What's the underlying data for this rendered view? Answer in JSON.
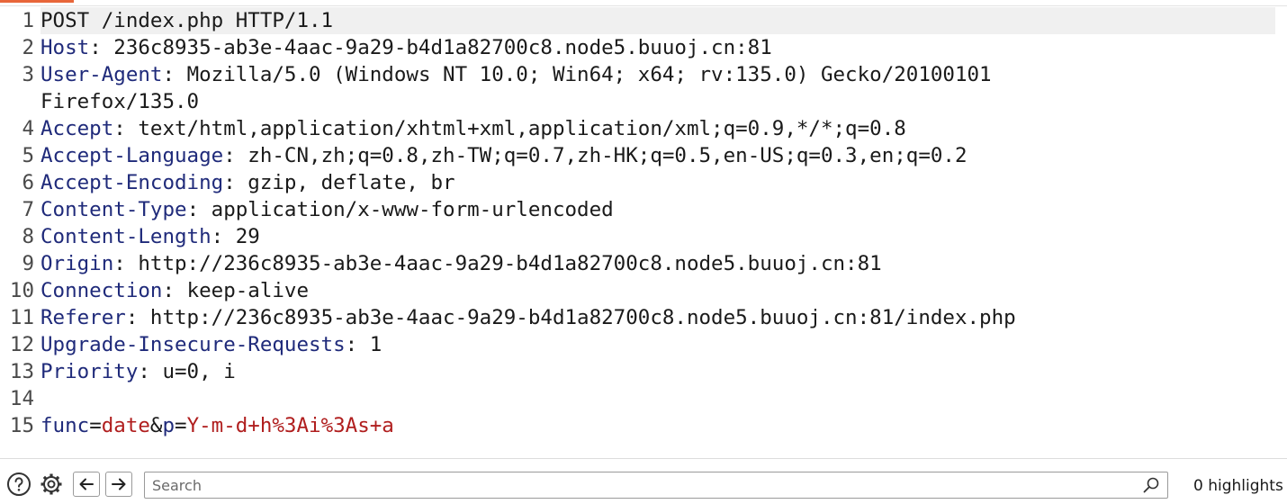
{
  "request_line": "POST /index.php HTTP/1.1",
  "headers": [
    {
      "num": "2",
      "name": "Host",
      "value": "236c8935-ab3e-4aac-9a29-b4d1a82700c8.node5.buuoj.cn:81"
    },
    {
      "num": "3",
      "name": "User-Agent",
      "value": "Mozilla/5.0 (Windows NT 10.0; Win64; x64; rv:135.0) Gecko/20100101",
      "continuation": "Firefox/135.0"
    },
    {
      "num": "4",
      "name": "Accept",
      "value": "text/html,application/xhtml+xml,application/xml;q=0.9,*/*;q=0.8"
    },
    {
      "num": "5",
      "name": "Accept-Language",
      "value": "zh-CN,zh;q=0.8,zh-TW;q=0.7,zh-HK;q=0.5,en-US;q=0.3,en;q=0.2"
    },
    {
      "num": "6",
      "name": "Accept-Encoding",
      "value": "gzip, deflate, br"
    },
    {
      "num": "7",
      "name": "Content-Type",
      "value": "application/x-www-form-urlencoded"
    },
    {
      "num": "8",
      "name": "Content-Length",
      "value": "29"
    },
    {
      "num": "9",
      "name": "Origin",
      "value": "http://236c8935-ab3e-4aac-9a29-b4d1a82700c8.node5.buuoj.cn:81"
    },
    {
      "num": "10",
      "name": "Connection",
      "value": "keep-alive"
    },
    {
      "num": "11",
      "name": "Referer",
      "value": "http://236c8935-ab3e-4aac-9a29-b4d1a82700c8.node5.buuoj.cn:81/index.php"
    },
    {
      "num": "12",
      "name": "Upgrade-Insecure-Requests",
      "value": "1"
    },
    {
      "num": "13",
      "name": "Priority",
      "value": "u=0, i"
    }
  ],
  "line_numbers": [
    "1",
    "2",
    "3",
    "4",
    "5",
    "6",
    "7",
    "8",
    "9",
    "10",
    "11",
    "12",
    "13",
    "14",
    "15"
  ],
  "body": {
    "param1_name": "func",
    "param1_value": "date",
    "param2_name": "p",
    "param2_value": "Y-m-d+h%3Ai%3As+a"
  },
  "search": {
    "placeholder": "Search"
  },
  "highlights_text": "0 highlights",
  "colors": {
    "header_name": "#1f2a7a",
    "param_value": "#b01e1e",
    "accent": "#e8663a"
  },
  "icons": [
    "help-icon",
    "gear-icon",
    "arrow-left-icon",
    "arrow-right-icon",
    "search-icon"
  ]
}
